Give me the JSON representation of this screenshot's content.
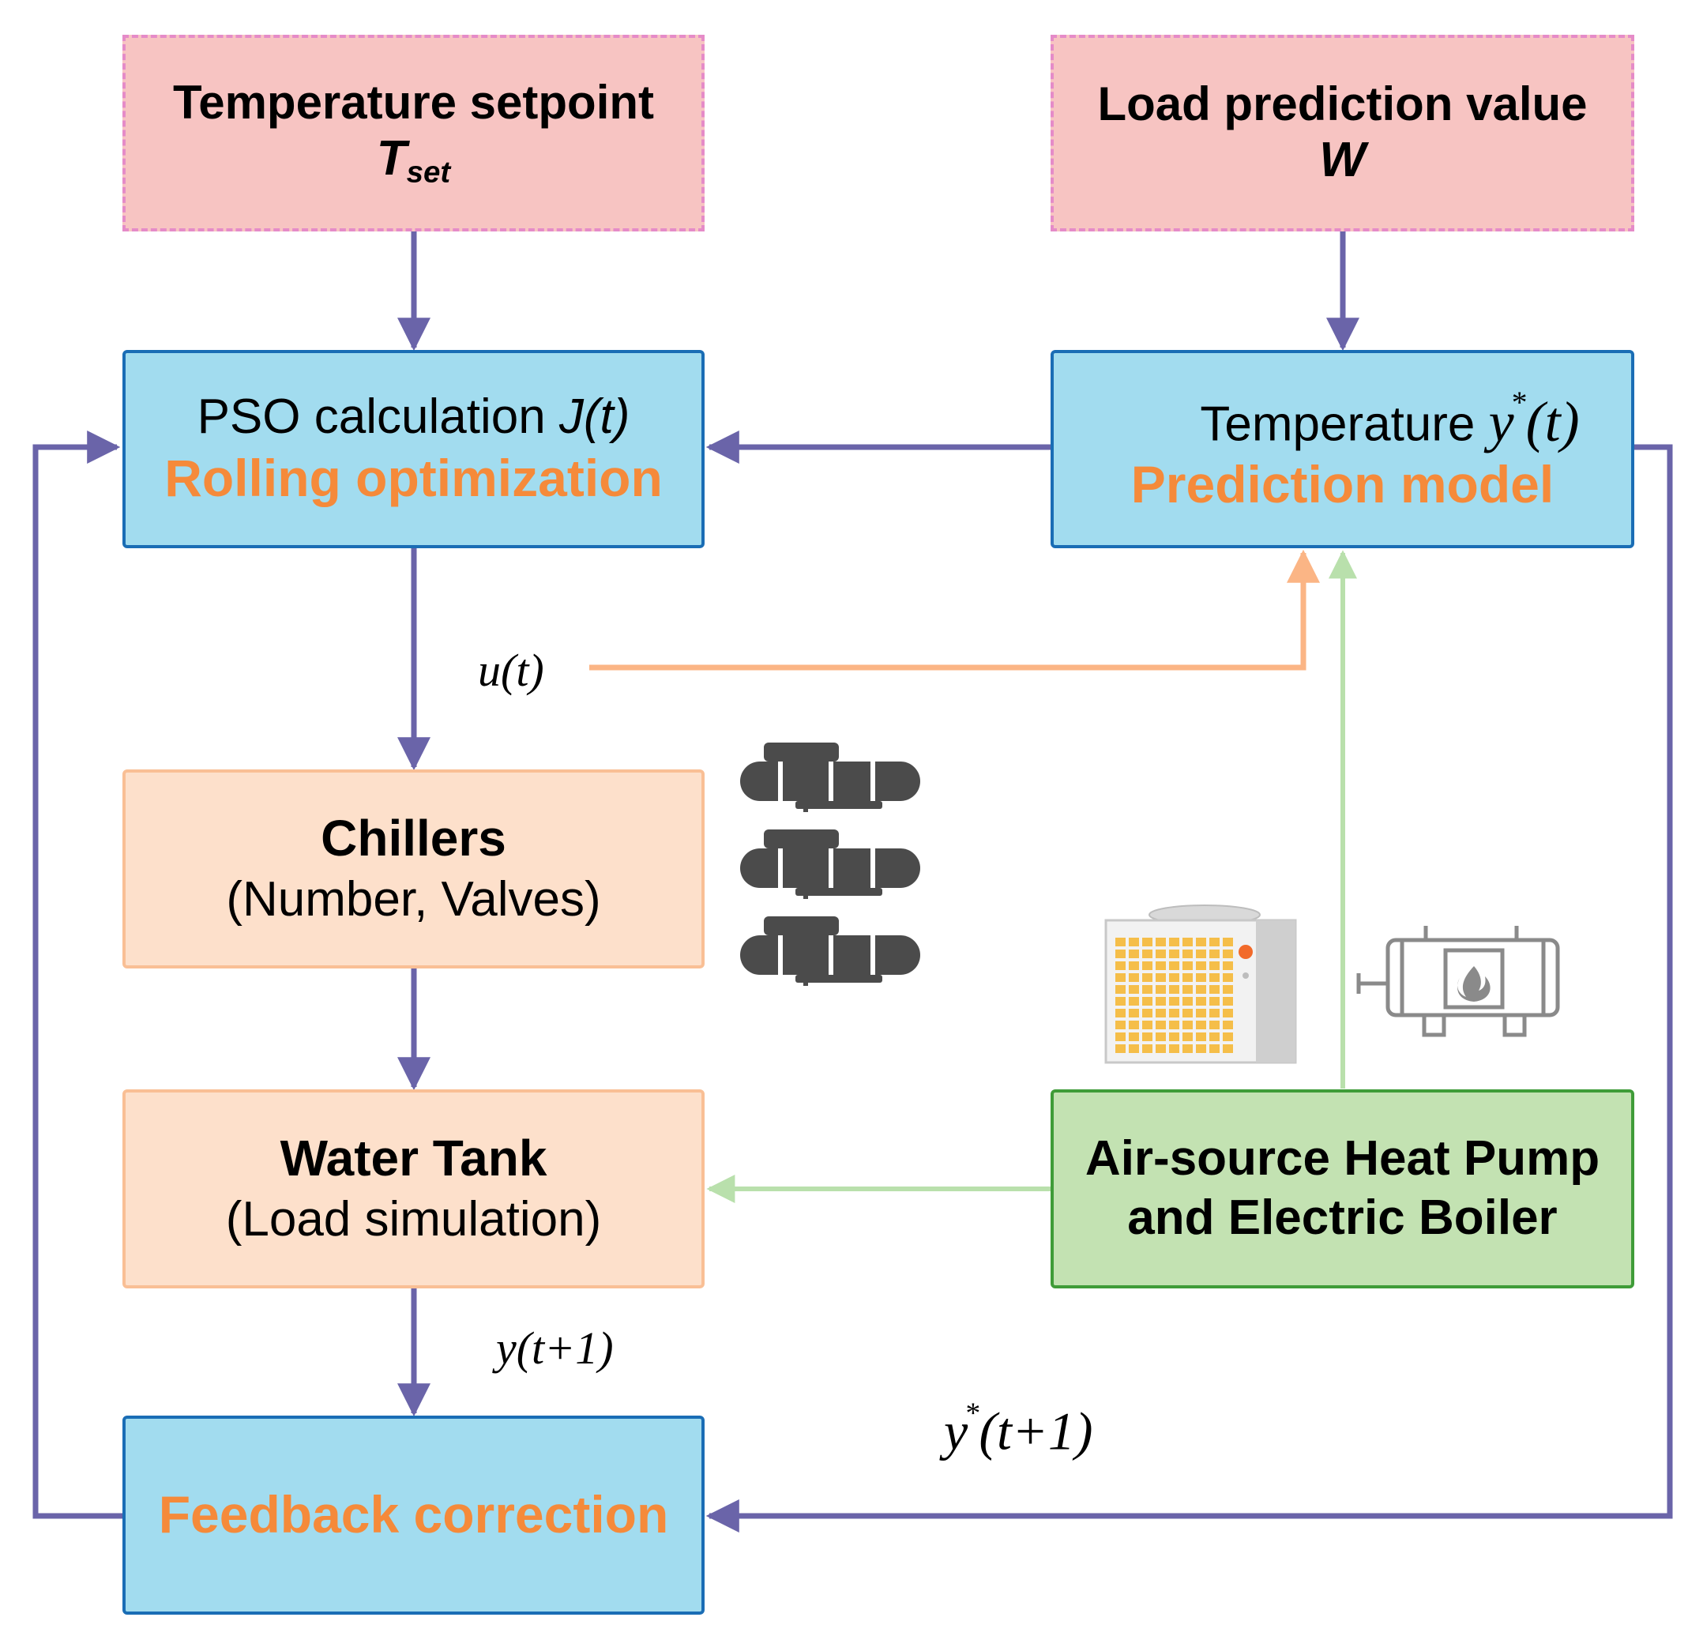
{
  "blocks": {
    "temperature_setpoint": {
      "title": "Temperature setpoint",
      "symbol": "T",
      "symbol_sub": "set"
    },
    "load_prediction": {
      "title": "Load prediction value",
      "symbol": "W"
    },
    "pso": {
      "line1": "PSO calculation ",
      "line1_math": "J(t)",
      "line2": "Rolling optimization"
    },
    "prediction_model": {
      "line1": "Temperature ",
      "math_base": "y",
      "math_sup": "*",
      "math_arg": "(t)",
      "line2": "Prediction model"
    },
    "chillers": {
      "title": "Chillers",
      "subtitle": "(Number, Valves)"
    },
    "water_tank": {
      "title": "Water Tank",
      "subtitle": "(Load simulation)"
    },
    "heat_sources": {
      "line1": "Air-source Heat Pump",
      "line2": "and Electric Boiler"
    },
    "feedback": {
      "label": "Feedback correction"
    }
  },
  "signals": {
    "u": "u(t)",
    "y_next": "y(t+1)",
    "y_star_next_base": "y",
    "y_star_next_sup": "*",
    "y_star_next_arg": "(t+1)"
  },
  "icons": [
    "chiller-icon",
    "chiller-icon",
    "chiller-icon",
    "heat-pump-icon",
    "electric-boiler-icon"
  ],
  "colors": {
    "main_arrow": "#6a64a9",
    "control_arrow": "#fbb585",
    "heat_arrow": "#b9e0ac",
    "emphasis_text": "#f58a3a",
    "control_fill": "#a2dcef",
    "input_fill": "#f7c4c2",
    "plant_fill": "#fde0cb",
    "source_fill": "#c3e2b2"
  }
}
